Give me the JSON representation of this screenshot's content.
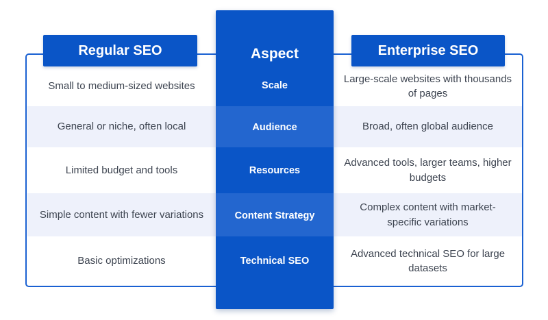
{
  "table": {
    "aspect_header": "Aspect",
    "left_header": "Regular SEO",
    "right_header": "Enterprise SEO",
    "rows": [
      {
        "aspect": "Scale",
        "regular": "Small to medium-sized websites",
        "enterprise": "Large-scale websites with thousands of pages"
      },
      {
        "aspect": "Audience",
        "regular": "General or niche, often local",
        "enterprise": "Broad, often global audience"
      },
      {
        "aspect": "Resources",
        "regular": "Limited budget and tools",
        "enterprise": "Advanced tools, larger teams, higher budgets"
      },
      {
        "aspect": "Content Strategy",
        "regular": "Simple content with fewer variations",
        "enterprise": "Complex content with market-specific variations"
      },
      {
        "aspect": "Technical SEO",
        "regular": "Basic optimizations",
        "enterprise": "Advanced technical SEO for large datasets"
      }
    ]
  },
  "colors": {
    "dark-blue": "#0a55c7",
    "light-blue": "#2366cf",
    "line-blue": "#1a61d2",
    "lavender": "#eef1fb",
    "body-text": "#3d4450",
    "white": "#ffffff"
  }
}
